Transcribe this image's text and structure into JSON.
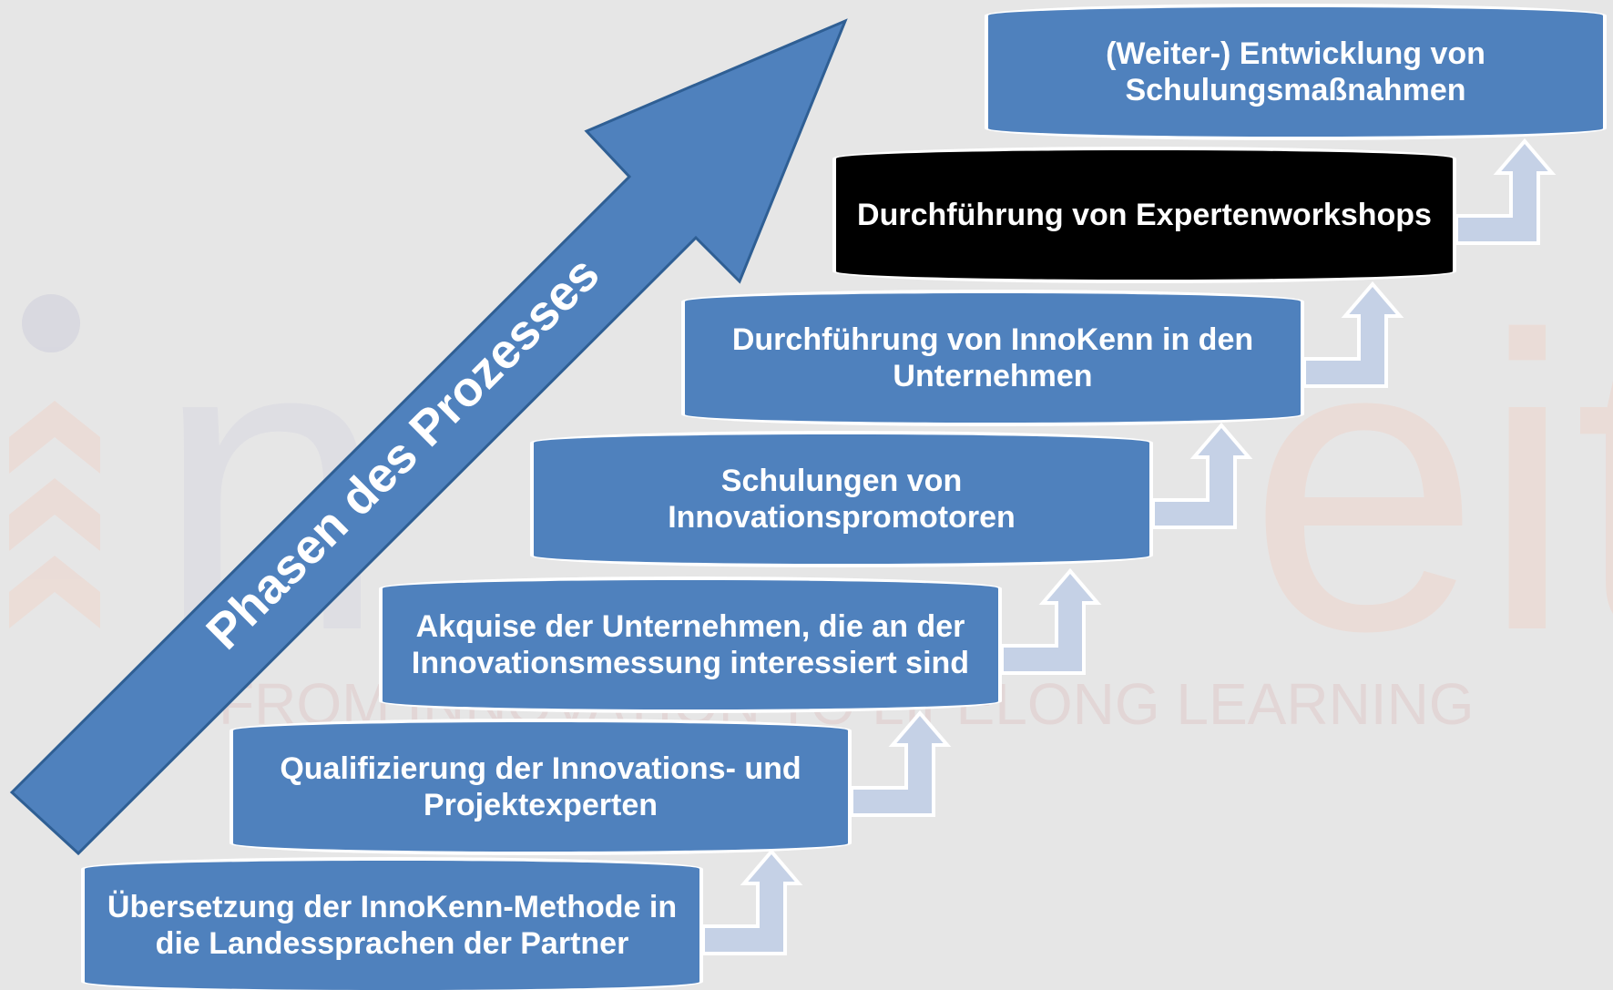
{
  "colors": {
    "step_fill": "#4f81bd",
    "highlight_fill": "#000000",
    "arrow_fill": "#4f81bd",
    "connector_fill": "#c5d1e6",
    "background": "#e6e6e6"
  },
  "arrow": {
    "label": "Phasen des Prozesses"
  },
  "watermark": {
    "brand": "innoveit",
    "tagline": "FROM INNOVATION TO LIFELONG LEARNING"
  },
  "steps": [
    {
      "label": "Übersetzung der InnoKenn-Methode in die Landessprachen der Partner",
      "highlighted": false
    },
    {
      "label": "Qualifizierung der Innovations- und Projektexperten",
      "highlighted": false
    },
    {
      "label": "Akquise der Unternehmen, die an der Innovationsmessung interessiert sind",
      "highlighted": false
    },
    {
      "label": "Schulungen von Innovationspromotoren",
      "highlighted": false
    },
    {
      "label": "Durchführung von InnoKenn in den Unternehmen",
      "highlighted": false
    },
    {
      "label": "Durchführung von Expertenworkshops",
      "highlighted": true
    },
    {
      "label": "(Weiter-) Entwicklung von Schulungsmaßnahmen",
      "highlighted": false
    }
  ]
}
